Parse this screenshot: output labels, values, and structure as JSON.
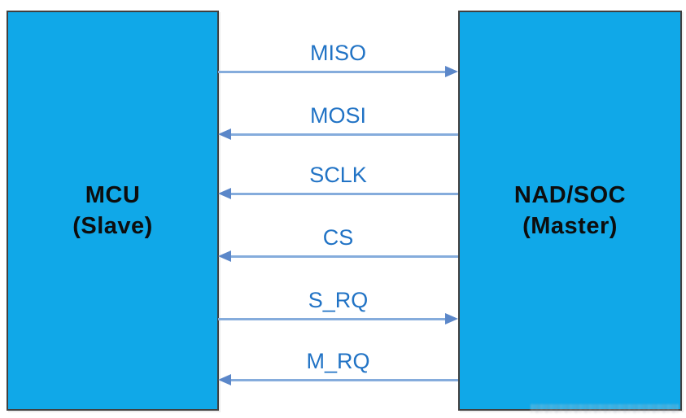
{
  "diagram": {
    "left_box": {
      "title_line1": "MCU",
      "title_line2": "(Slave)"
    },
    "right_box": {
      "title_line1": "NAD/SOC",
      "title_line2": "(Master)"
    },
    "signals": [
      {
        "label": "MISO",
        "direction": "to-master",
        "from": "MCU (Slave)",
        "to": "NAD/SOC (Master)"
      },
      {
        "label": "MOSI",
        "direction": "to-slave",
        "from": "NAD/SOC (Master)",
        "to": "MCU (Slave)"
      },
      {
        "label": "SCLK",
        "direction": "to-slave",
        "from": "NAD/SOC (Master)",
        "to": "MCU (Slave)"
      },
      {
        "label": "CS",
        "direction": "to-slave",
        "from": "NAD/SOC (Master)",
        "to": "MCU (Slave)"
      },
      {
        "label": "S_RQ",
        "direction": "to-master",
        "from": "MCU (Slave)",
        "to": "NAD/SOC (Master)"
      },
      {
        "label": "M_RQ",
        "direction": "to-slave",
        "from": "NAD/SOC (Master)",
        "to": "MCU (Slave)"
      }
    ],
    "colors": {
      "box_fill": "#10a8e8",
      "box_border": "#404040",
      "box_text": "#0d0d0d",
      "label_text": "#2173c5",
      "arrow_line": "#85acdc",
      "arrow_head": "#5b87c9"
    }
  }
}
